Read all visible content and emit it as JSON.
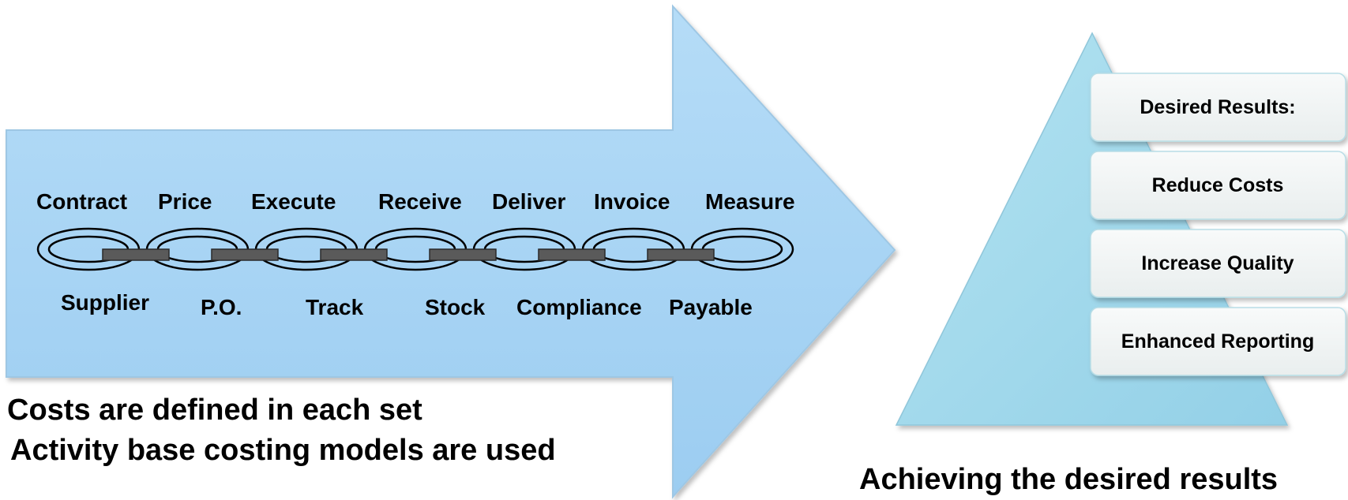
{
  "process_flow": {
    "upper_steps": [
      "Contract",
      "Price",
      "Execute",
      "Receive",
      "Deliver",
      "Invoice",
      "Measure"
    ],
    "lower_steps": [
      "Supplier",
      "P.O.",
      "Track",
      "Stock",
      "Compliance",
      "Payable"
    ],
    "caption_line1": "Costs are defined in each set",
    "caption_line2": "Activity base costing models are used"
  },
  "results_pyramid": {
    "items": [
      "Desired Results:",
      "Reduce Costs",
      "Increase Quality",
      "Enhanced Reporting"
    ],
    "caption": "Achieving the desired results"
  },
  "colors": {
    "arrow_fill": "#a6d3f4",
    "pyramid_fill": "#a3d9ec",
    "box_fill": "#f3f6f6"
  }
}
